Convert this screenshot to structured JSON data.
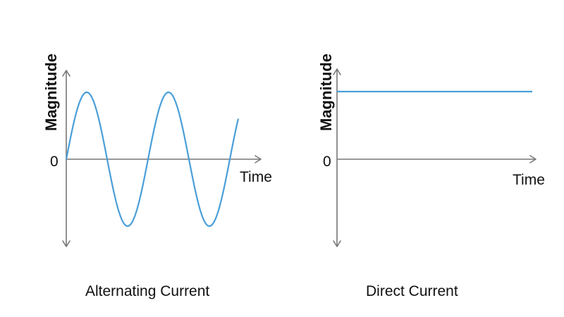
{
  "colors": {
    "wave": "#4a9fd8",
    "axis": "#777777",
    "text": "#111111"
  },
  "panels": [
    {
      "kind": "alternating",
      "y_label": "Magnitude",
      "origin_label": "0",
      "x_label": "Time",
      "caption": "Alternating Current",
      "cycles": 2
    },
    {
      "kind": "direct",
      "y_label": "Magnitude",
      "origin_label": "0",
      "x_label": "Time",
      "caption": "Direct Current",
      "level": 1
    }
  ]
}
